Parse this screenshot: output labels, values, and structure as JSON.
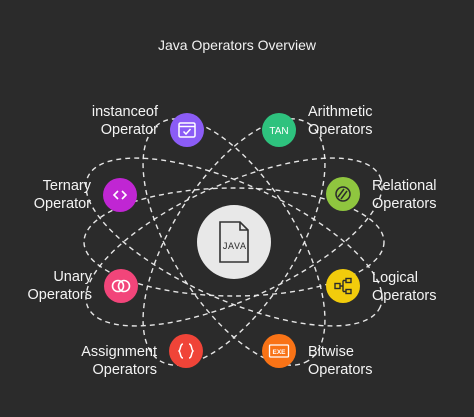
{
  "title": "Java Operators Overview",
  "center": {
    "text": "JAVA",
    "icon": "java-file-icon",
    "color": "#e8e8e8"
  },
  "operators": [
    {
      "id": "instanceof",
      "line1": "instanceof",
      "line2": "Operator",
      "icon": "checkbox-window-icon",
      "color": "#8b5cf6"
    },
    {
      "id": "arithmetic",
      "line1": "Arithmetic",
      "line2": "Operators",
      "icon": "tan-text-icon",
      "icon_text": "TAN",
      "color": "#2ec27e"
    },
    {
      "id": "ternary",
      "line1": "Ternary",
      "line2": "Operator",
      "icon": "code-brackets-icon",
      "color": "#c026d3"
    },
    {
      "id": "relational",
      "line1": "Relational",
      "line2": "Operators",
      "icon": "stripes-circle-icon",
      "color": "#8fc63f"
    },
    {
      "id": "unary",
      "line1": "Unary",
      "line2": "Operators",
      "icon": "overlapping-circles-icon",
      "color": "#f2457a"
    },
    {
      "id": "logical",
      "line1": "Logical",
      "line2": "Operators",
      "icon": "flowchart-icon",
      "color": "#f2cc0c"
    },
    {
      "id": "assignment",
      "line1": "Assignment",
      "line2": "Operators",
      "icon": "curly-braces-icon",
      "color": "#f04438"
    },
    {
      "id": "bitwise",
      "line1": "Bitwise",
      "line2": "Operators",
      "icon": "exe-file-icon",
      "icon_text": "EXE",
      "color": "#f97316"
    }
  ]
}
